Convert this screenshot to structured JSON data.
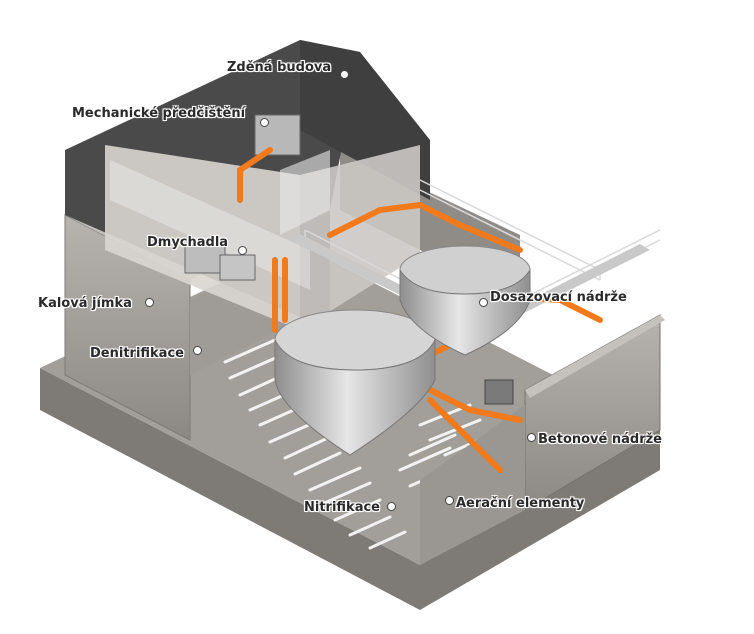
{
  "labels": {
    "building": "Zděná budova",
    "mech": "Mechanické předčištění",
    "blowers": "Dmychadla",
    "sludge": "Kalová jímka",
    "denit": "Denitrifikace",
    "dosing": "Dosazovací nádrže",
    "concrete": "Betonové nádrže",
    "nitr": "Nitrifikace",
    "aeration": "Aerační elementy"
  },
  "colors": {
    "accent": "#f07a1c",
    "concrete": "#a7a39e",
    "dark_roof": "#4a4a4a",
    "steel": "#c9c9c9"
  }
}
